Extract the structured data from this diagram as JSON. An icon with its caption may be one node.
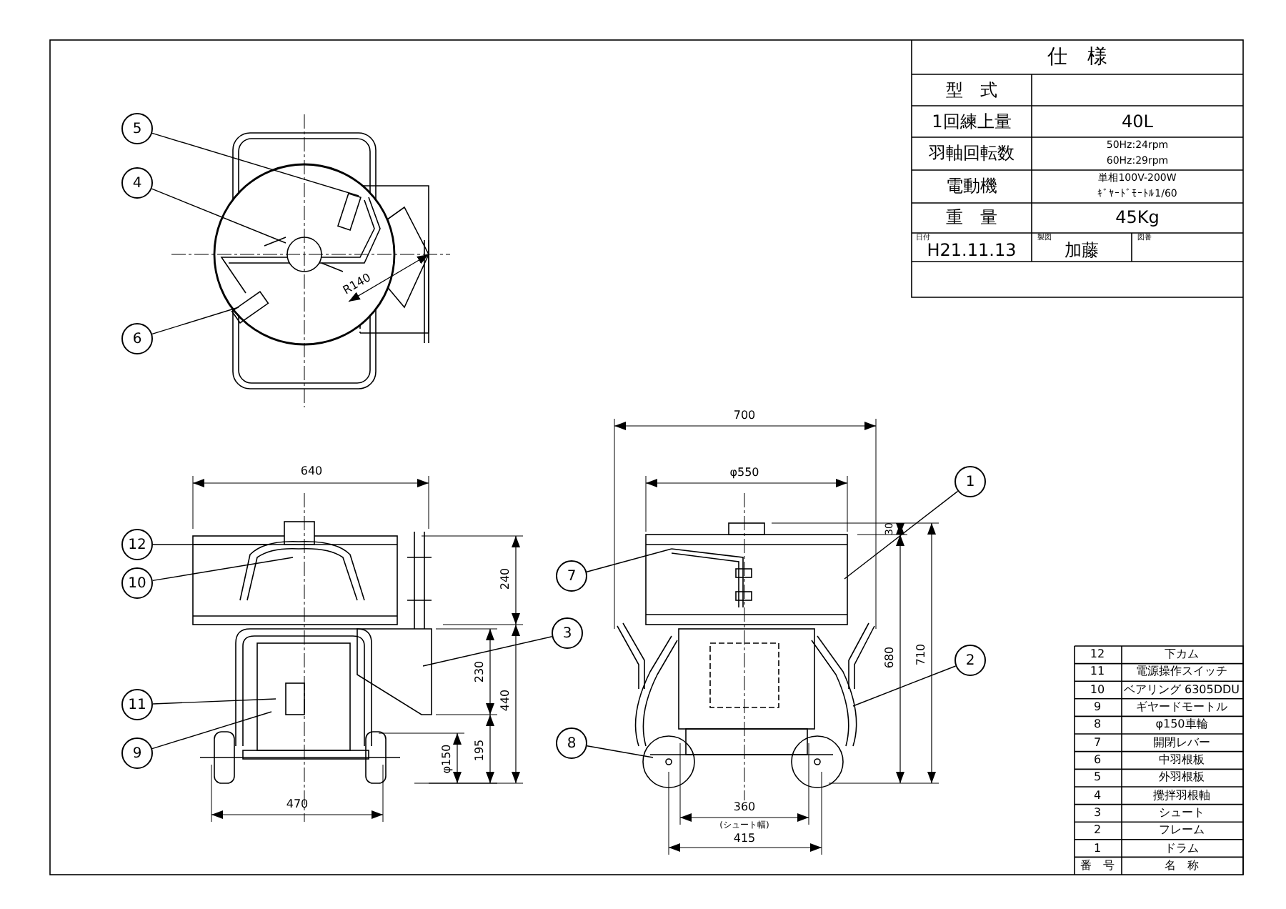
{
  "diagram": {
    "nodes": [
      {
        "text": [
          "5"
        ]
      },
      {
        "text": [
          "4"
        ]
      },
      {
        "text": [
          "6"
        ]
      },
      {
        "text": [
          "12"
        ]
      },
      {
        "text": [
          "10"
        ]
      },
      {
        "text": [
          "3"
        ]
      },
      {
        "text": [
          "11"
        ]
      },
      {
        "text": [
          "9"
        ]
      },
      {
        "text": [
          "1"
        ]
      },
      {
        "text": [
          "7"
        ]
      },
      {
        "text": [
          "2"
        ]
      },
      {
        "text": [
          "8"
        ]
      }
    ],
    "edges": [
      {
        "from": 0,
        "to": null,
        "arrow": "none"
      },
      {
        "from": 1,
        "to": null,
        "arrow": "none"
      },
      {
        "from": 2,
        "to": null,
        "arrow": "none"
      },
      {
        "from": 3,
        "to": null,
        "arrow": "none"
      },
      {
        "from": 4,
        "to": null,
        "arrow": "none"
      },
      {
        "from": 5,
        "to": null,
        "arrow": "none"
      },
      {
        "from": 6,
        "to": null,
        "arrow": "none"
      },
      {
        "from": 7,
        "to": null,
        "arrow": "none"
      },
      {
        "from": 8,
        "to": null,
        "arrow": "none"
      },
      {
        "from": 9,
        "to": null,
        "arrow": "none"
      },
      {
        "from": 10,
        "to": null,
        "arrow": "none"
      },
      {
        "from": 11,
        "to": null,
        "arrow": "none"
      }
    ],
    "labels": [
      "仕　様",
      "型　式",
      "1回練上量",
      "40L",
      "羽軸回転数",
      "50Hz:24rpm",
      "60Hz:29rpm",
      "電動機",
      "単相100V-200W",
      "ｷﾞﾔｰﾄﾞﾓｰﾄﾙ1/60",
      "重　量",
      "45Kg",
      "日付",
      "H21.11.13",
      "製図",
      "加藤",
      "図番",
      "R140",
      "640",
      "240",
      "230",
      "440",
      "195",
      "φ150",
      "470",
      "700",
      "φ550",
      "30",
      "680",
      "710",
      "360",
      "(シュート幅)",
      "415",
      "12",
      "下カム",
      "11",
      "電源操作スイッチ",
      "10",
      "ベアリング 6305DDU",
      "9",
      "ギヤードモートル",
      "8",
      "φ150車輪",
      "7",
      "開閉レバー",
      "6",
      "中羽根板",
      "5",
      "外羽根板",
      "4",
      "攪拌羽根軸",
      "3",
      "シュート",
      "2",
      "フレーム",
      "1",
      "ドラム",
      "番　号",
      "名　称"
    ]
  }
}
